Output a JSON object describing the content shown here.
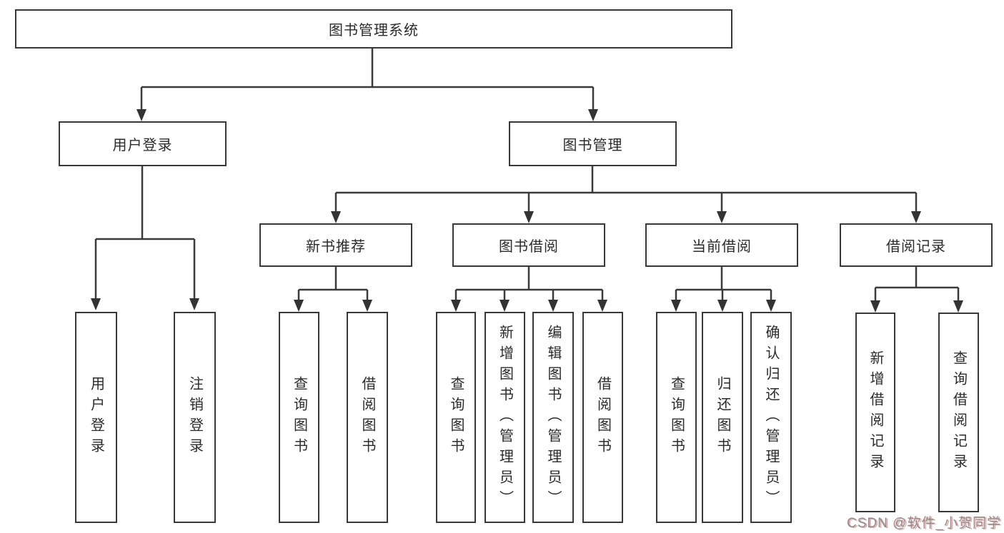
{
  "diagram": {
    "title": "图书管理系统",
    "nodes": {
      "root": {
        "label": "图书管理系统"
      },
      "user_login": {
        "label": "用户登录"
      },
      "book_mgmt": {
        "label": "图书管理"
      },
      "new_book": {
        "label": "新书推荐"
      },
      "book_borrow": {
        "label": "图书借阅"
      },
      "current_borrow": {
        "label": "当前借阅"
      },
      "borrow_record": {
        "label": "借阅记录"
      },
      "ul_login": {
        "label": "用户登录"
      },
      "ul_logout": {
        "label": "注销登录"
      },
      "nb_query": {
        "label": "查询图书"
      },
      "nb_borrow": {
        "label": "借阅图书"
      },
      "bb_query": {
        "label": "查询图书"
      },
      "bb_add": {
        "label": "新增图书（管理员）"
      },
      "bb_edit": {
        "label": "编辑图书（管理员）"
      },
      "bb_borrow": {
        "label": "借阅图书"
      },
      "cb_query": {
        "label": "查询图书"
      },
      "cb_return": {
        "label": "归还图书"
      },
      "cb_confirm": {
        "label": "确认归还（管理员）"
      },
      "br_add": {
        "label": "新增借阅记录"
      },
      "br_query": {
        "label": "查询借阅记录"
      }
    },
    "line_color": "#3a3a3a"
  },
  "watermark": {
    "text": "CSDN @软件_小贺同学"
  }
}
